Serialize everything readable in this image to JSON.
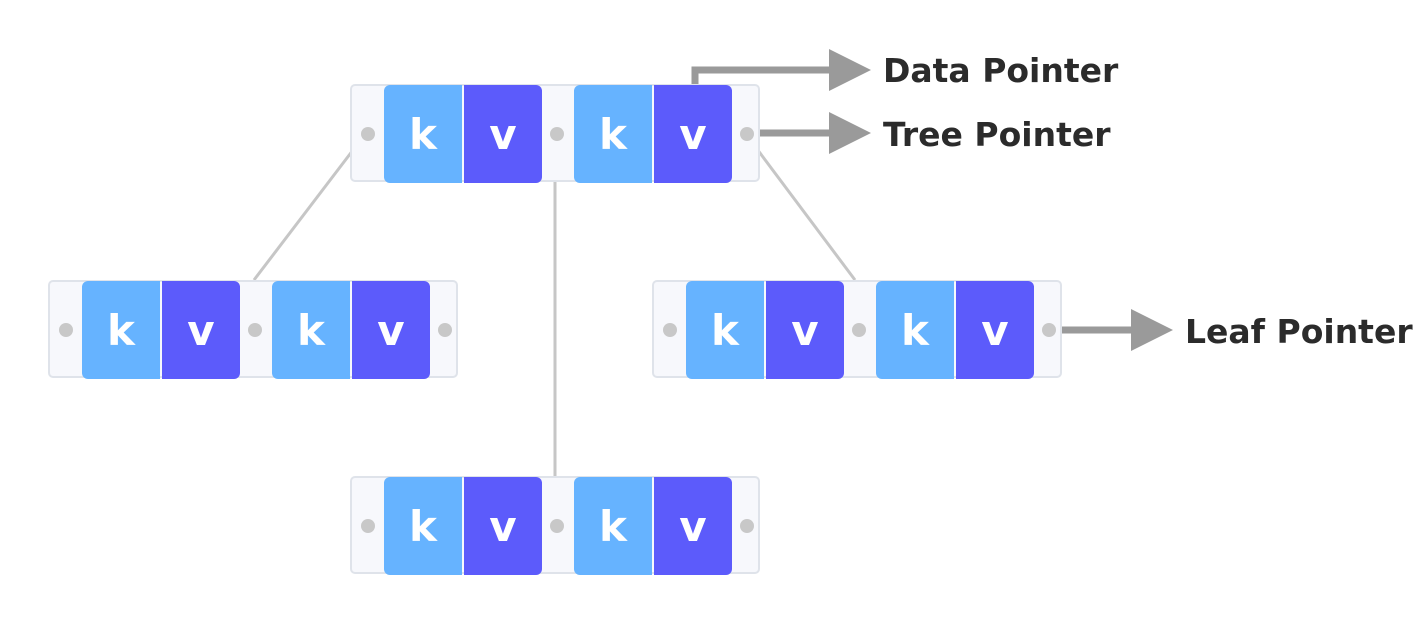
{
  "nodes": [
    {
      "id": "root",
      "cells": [
        "k",
        "v",
        "k",
        "v"
      ]
    },
    {
      "id": "left",
      "cells": [
        "k",
        "v",
        "k",
        "v"
      ]
    },
    {
      "id": "right",
      "cells": [
        "k",
        "v",
        "k",
        "v"
      ]
    },
    {
      "id": "middle",
      "cells": [
        "k",
        "v",
        "k",
        "v"
      ]
    }
  ],
  "labels": {
    "data_pointer": "Data Pointer",
    "tree_pointer": "Tree Pointer",
    "leaf_pointer": "Leaf Pointer"
  },
  "colors": {
    "key_cell": "#66b3ff",
    "value_cell": "#5c5bfb",
    "pointer_dot": "#c8c8c8",
    "edge": "#c6c6c6",
    "annotation_arrow": "#9a9a9a",
    "node_background": "#f7f8fc",
    "node_border": "#dfe3ea"
  }
}
